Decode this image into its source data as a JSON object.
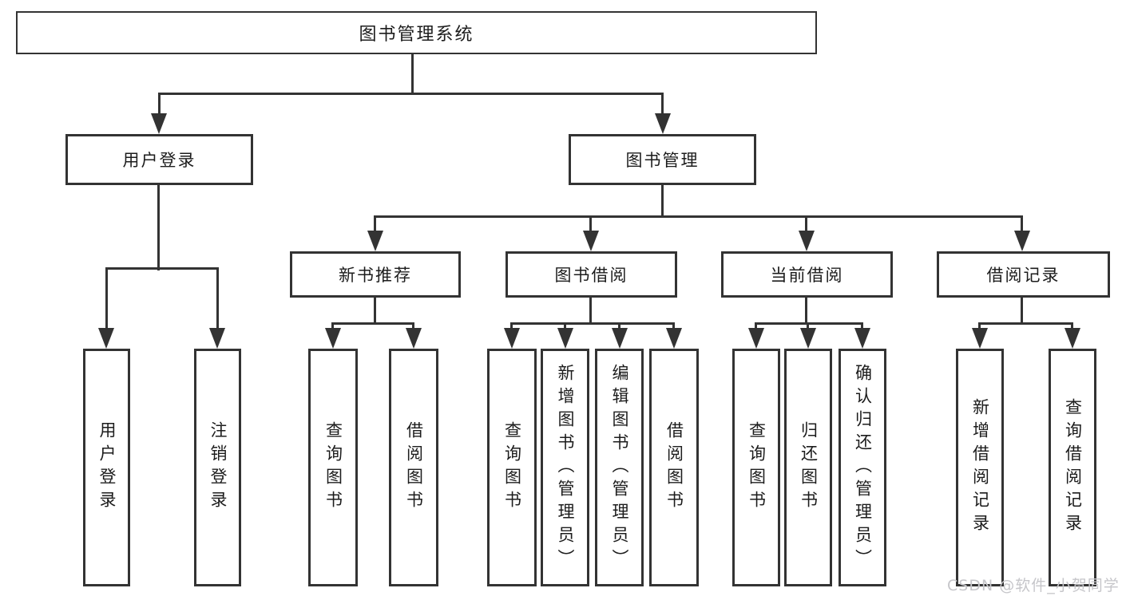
{
  "colors": {
    "line": "#333333",
    "text": "#1c1c1c",
    "background": "#ffffff",
    "watermark": "#c6c6ca"
  },
  "watermark": {
    "text": "CSDN @软件_小贺同学"
  },
  "tree": {
    "root": {
      "label": "图书管理系统",
      "children": [
        {
          "label": "用户登录",
          "children": [
            {
              "label": "用户登录"
            },
            {
              "label": "注销登录"
            }
          ]
        },
        {
          "label": "图书管理",
          "children": [
            {
              "label": "新书推荐",
              "children": [
                {
                  "label": "查询图书"
                },
                {
                  "label": "借阅图书"
                }
              ]
            },
            {
              "label": "图书借阅",
              "children": [
                {
                  "label": "查询图书"
                },
                {
                  "label": "新增图书（管理员）"
                },
                {
                  "label": "编辑图书（管理员）"
                },
                {
                  "label": "借阅图书"
                }
              ]
            },
            {
              "label": "当前借阅",
              "children": [
                {
                  "label": "查询图书"
                },
                {
                  "label": "归还图书"
                },
                {
                  "label": "确认归还（管理员）"
                }
              ]
            },
            {
              "label": "借阅记录",
              "children": [
                {
                  "label": "新增借阅记录"
                },
                {
                  "label": "查询借阅记录"
                }
              ]
            }
          ]
        }
      ]
    }
  }
}
